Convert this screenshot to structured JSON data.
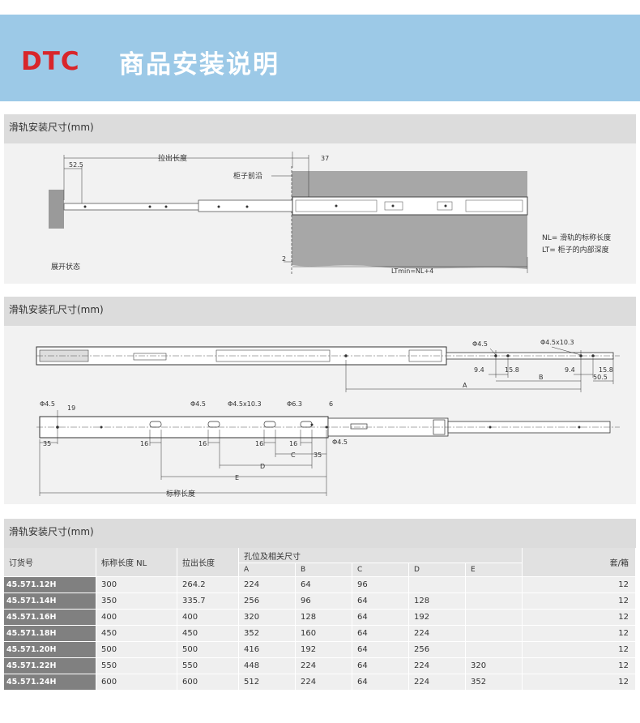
{
  "header": {
    "logo": "DTC",
    "title": "商品安装说明",
    "brand_color": "#d8262b",
    "banner_color": "#9cc9e7"
  },
  "section1": {
    "title": "滑轨安装尺寸(mm)",
    "labels": {
      "pull_length": "拉出长度",
      "dim_37": "37",
      "dim_525": "52.5",
      "cabinet_front": "柜子前沿",
      "nl_note": "NL= 滑轨的标称长度",
      "lt_note": "LT= 柜子的内部深度",
      "dim_2": "2",
      "lt_formula": "LTmin=NL+4",
      "open_state": "展开状态"
    }
  },
  "section2": {
    "title": "滑轨安装孔尺寸(mm)",
    "labels": {
      "phi45_a": "Φ4.5",
      "phi45x103_a": "Φ4.5x10.3",
      "d94_a": "9.4",
      "d158_a": "15.8",
      "d94_b": "9.4",
      "d158_b": "15.8",
      "d505": "50.5",
      "A": "A",
      "B": "B",
      "phi45_b": "Φ4.5",
      "d19": "19",
      "phi45_c": "Φ4.5",
      "phi45x103_b": "Φ4.5x10.3",
      "phi63": "Φ6.3",
      "d6": "6",
      "d35_a": "35",
      "d16_a": "16",
      "d16_b": "16",
      "d16_c": "16",
      "d16_d": "16",
      "d35_b": "35",
      "phi45_d": "Φ4.5",
      "C": "C",
      "D": "D",
      "E": "E",
      "nominal": "标称长度"
    }
  },
  "section3": {
    "title": "滑轨安装尺寸(mm)",
    "columns": {
      "code": "订货号",
      "nl": "标称长度 NL",
      "pull": "拉出长度",
      "holes": "孔位及相关尺寸",
      "box": "套/箱",
      "sub": [
        "A",
        "B",
        "C",
        "D",
        "E"
      ]
    },
    "rows": [
      [
        "45.571.12H",
        "300",
        "264.2",
        "224",
        "64",
        "96",
        "",
        "",
        "12"
      ],
      [
        "45.571.14H",
        "350",
        "335.7",
        "256",
        "96",
        "64",
        "128",
        "",
        "12"
      ],
      [
        "45.571.16H",
        "400",
        "400",
        "320",
        "128",
        "64",
        "192",
        "",
        "12"
      ],
      [
        "45.571.18H",
        "450",
        "450",
        "352",
        "160",
        "64",
        "224",
        "",
        "12"
      ],
      [
        "45.571.20H",
        "500",
        "500",
        "416",
        "192",
        "64",
        "256",
        "",
        "12"
      ],
      [
        "45.571.22H",
        "550",
        "550",
        "448",
        "224",
        "64",
        "224",
        "320",
        "12"
      ],
      [
        "45.571.24H",
        "600",
        "600",
        "512",
        "224",
        "64",
        "224",
        "352",
        "12"
      ]
    ]
  }
}
